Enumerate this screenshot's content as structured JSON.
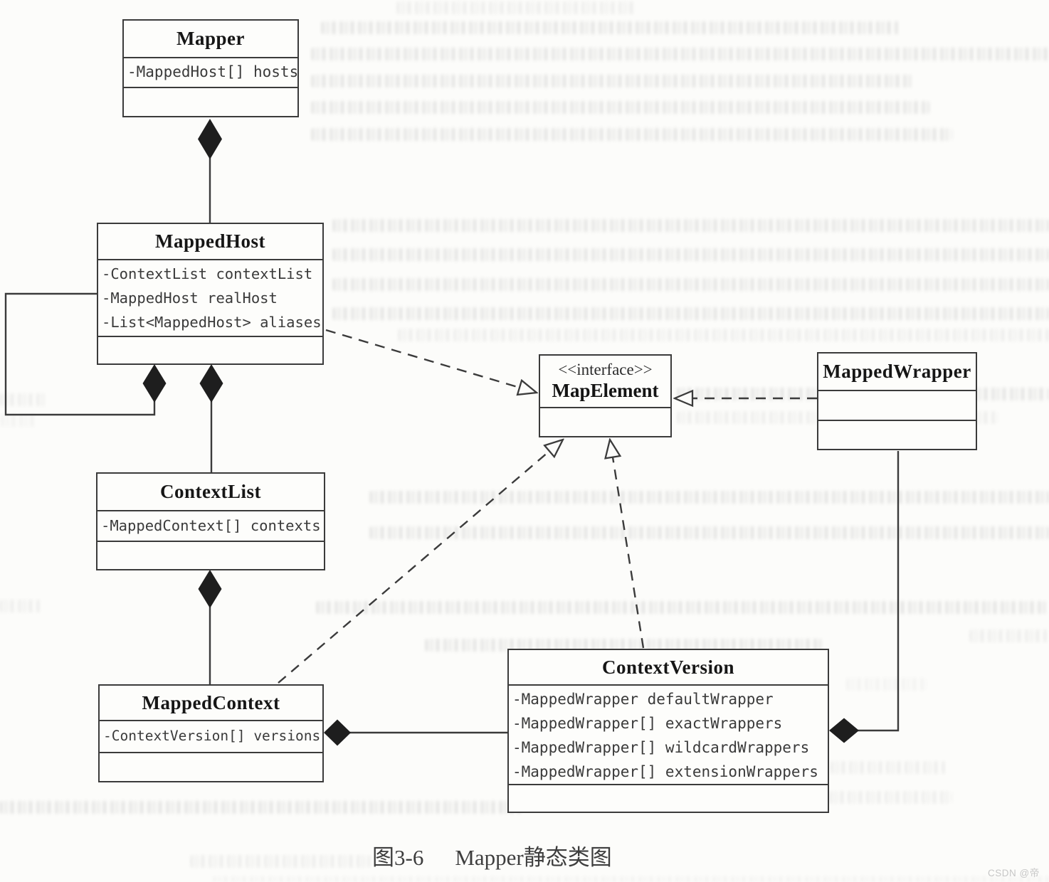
{
  "figure": {
    "caption_label": "图3-6",
    "caption_text": "Mapper静态类图",
    "watermark": "CSDN @帝燹"
  },
  "classes": [
    {
      "id": "mapper",
      "name": "Mapper",
      "stereotype": null,
      "attributes": [
        "-MappedHost[] hosts"
      ]
    },
    {
      "id": "mappedhost",
      "name": "MappedHost",
      "stereotype": null,
      "attributes": [
        "-ContextList contextList",
        "-MappedHost realHost",
        "-List<MappedHost> aliases"
      ]
    },
    {
      "id": "contextlist",
      "name": "ContextList",
      "stereotype": null,
      "attributes": [
        "-MappedContext[] contexts"
      ]
    },
    {
      "id": "mappedcontext",
      "name": "MappedContext",
      "stereotype": null,
      "attributes": [
        "-ContextVersion[] versions"
      ]
    },
    {
      "id": "mapelement",
      "name": "MapElement",
      "stereotype": "<<interface>>",
      "attributes": []
    },
    {
      "id": "mappedwrapper",
      "name": "MappedWrapper",
      "stereotype": null,
      "attributes": []
    },
    {
      "id": "contextversion",
      "name": "ContextVersion",
      "stereotype": null,
      "attributes": [
        "-MappedWrapper defaultWrapper",
        "-MappedWrapper[] exactWrappers",
        "-MappedWrapper[] wildcardWrappers",
        "-MappedWrapper[] extensionWrappers"
      ]
    }
  ],
  "relationships": [
    {
      "type": "composition",
      "owner": "Mapper",
      "part": "MappedHost"
    },
    {
      "type": "composition",
      "owner": "MappedHost",
      "part": "MappedHost",
      "note": "self-aggregation loop"
    },
    {
      "type": "composition",
      "owner": "MappedHost",
      "part": "ContextList"
    },
    {
      "type": "composition",
      "owner": "ContextList",
      "part": "MappedContext"
    },
    {
      "type": "composition",
      "owner": "MappedContext",
      "part": "ContextVersion"
    },
    {
      "type": "composition",
      "owner": "ContextVersion",
      "part": "MappedWrapper"
    },
    {
      "type": "realization",
      "from": "MappedHost",
      "to": "MapElement"
    },
    {
      "type": "realization",
      "from": "MappedContext",
      "to": "MapElement"
    },
    {
      "type": "realization",
      "from": "ContextVersion",
      "to": "MapElement"
    },
    {
      "type": "realization",
      "from": "MappedWrapper",
      "to": "MapElement"
    }
  ],
  "colors": {
    "line": "#3b3b3b",
    "diamond_fill": "#1e1e1e",
    "paper": "#fcfcfa",
    "title_text": "#161616",
    "attr_text": "#3a3a3a",
    "watermark_text": "#c6c6c6"
  }
}
